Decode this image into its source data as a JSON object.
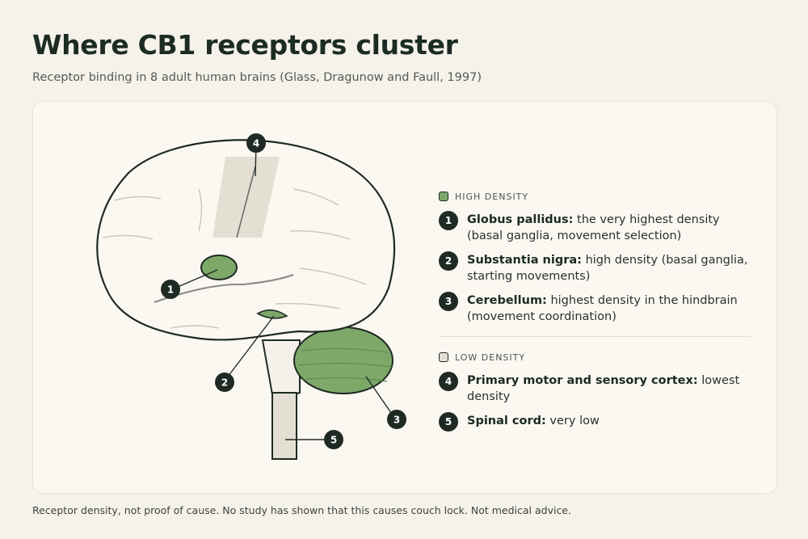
{
  "header": {
    "title": "Where CB1 receptors cluster",
    "subtitle": "Receptor binding in 8 adult human brains (Glass, Dragunow and Faull, 1997)"
  },
  "colors": {
    "high": "#7ea86a",
    "low": "#e3dfd2",
    "ink": "#1f2a24",
    "background": "#f5f2ea",
    "card": "#faf8f1"
  },
  "markers": [
    "1",
    "2",
    "3",
    "4",
    "5"
  ],
  "legend": {
    "high": {
      "heading": "HIGH DENSITY",
      "items": [
        {
          "num": "1",
          "name": "Globus pallidus:",
          "desc": " the very highest density (basal ganglia, movement selection)"
        },
        {
          "num": "2",
          "name": "Substantia nigra:",
          "desc": " high density (basal ganglia, starting movements)"
        },
        {
          "num": "3",
          "name": "Cerebellum:",
          "desc": " highest density in the hindbrain (movement coordination)"
        }
      ]
    },
    "low": {
      "heading": "LOW DENSITY",
      "items": [
        {
          "num": "4",
          "name": "Primary motor and sensory cortex:",
          "desc": " lowest density"
        },
        {
          "num": "5",
          "name": "Spinal cord:",
          "desc": " very low"
        }
      ]
    }
  },
  "footnote": "Receptor density, not proof of cause. No study has shown that this causes couch lock. Not medical advice."
}
